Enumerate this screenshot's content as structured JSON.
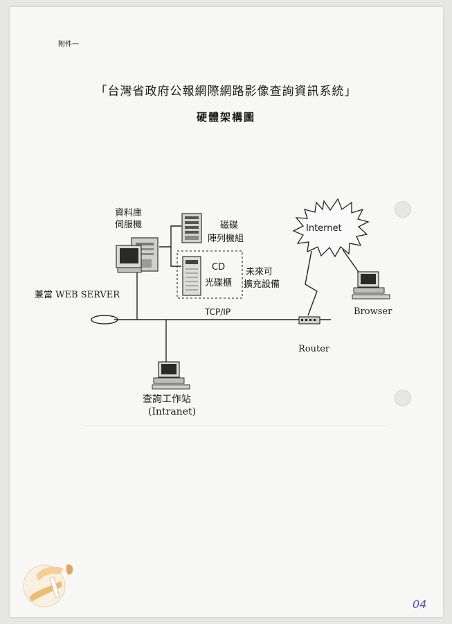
{
  "document": {
    "attachment_label": "附件一",
    "title": "「台灣省政府公報網際網路影像查詢資訊系統」",
    "subtitle": "硬體架構圖",
    "page_number": "04"
  },
  "diagram": {
    "database_server_label_line1": "資料庫",
    "database_server_label_line2": "伺服機",
    "disk_array_label_line1": "磁碟",
    "disk_array_label_line2": "陣列機組",
    "cd_label_line1": "CD",
    "cd_label_line2": "光碟櫃",
    "future_label_line1": "未來可",
    "future_label_line2": "擴充設備",
    "web_server_label": "兼當 WEB SERVER",
    "network_protocol_label": "TCP/IP",
    "internet_label": "Internet",
    "browser_label": "Browser",
    "router_label": "Router",
    "workstation_label_line1": "查詢工作站",
    "workstation_label_line2": "(Intranet)"
  }
}
